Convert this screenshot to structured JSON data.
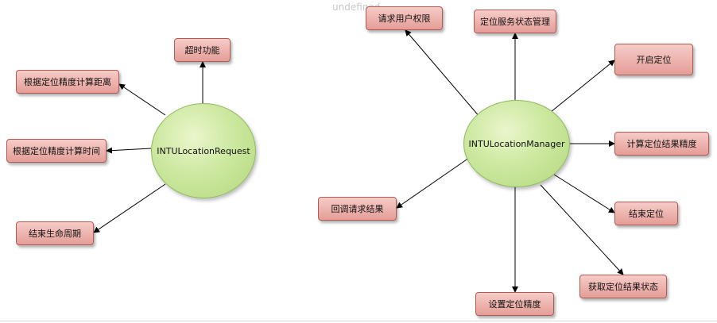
{
  "watermark": "undefined",
  "left_diagram": {
    "hub": "INTULocationRequest",
    "nodes": {
      "timeout": "超时功能",
      "distance": "根据定位精度计算距离",
      "time": "根据定位精度计算时间",
      "lifecycle": "结束生命周期"
    }
  },
  "right_diagram": {
    "hub": "INTULocationManager",
    "nodes": {
      "request_permission": "请求用户权限",
      "service_state": "定位服务状态管理",
      "start": "开启定位",
      "accuracy": "计算定位结果精度",
      "stop": "结束定位",
      "result_state": "获取定位结果状态",
      "set_accuracy": "设置定位精度",
      "callback": "回调请求结果"
    }
  }
}
